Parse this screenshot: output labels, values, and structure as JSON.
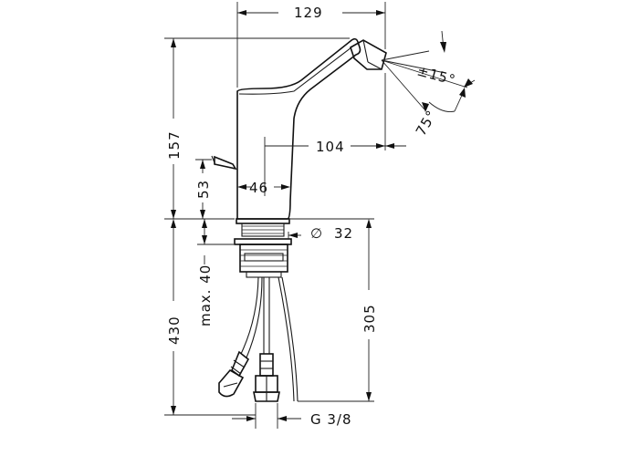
{
  "drawing": {
    "dimensions": {
      "width_top": "129",
      "height_total": "157",
      "spout_reach": "104",
      "lever_height": "53",
      "body_width": "46",
      "hole_diameter": "32",
      "thread_max": "max. 40",
      "length_below": "430",
      "hose_length": "305",
      "connection": "G 3/8",
      "swivel_angle": "±15°",
      "tilt_angle": "75°",
      "diameter_symbol": "∅"
    }
  }
}
